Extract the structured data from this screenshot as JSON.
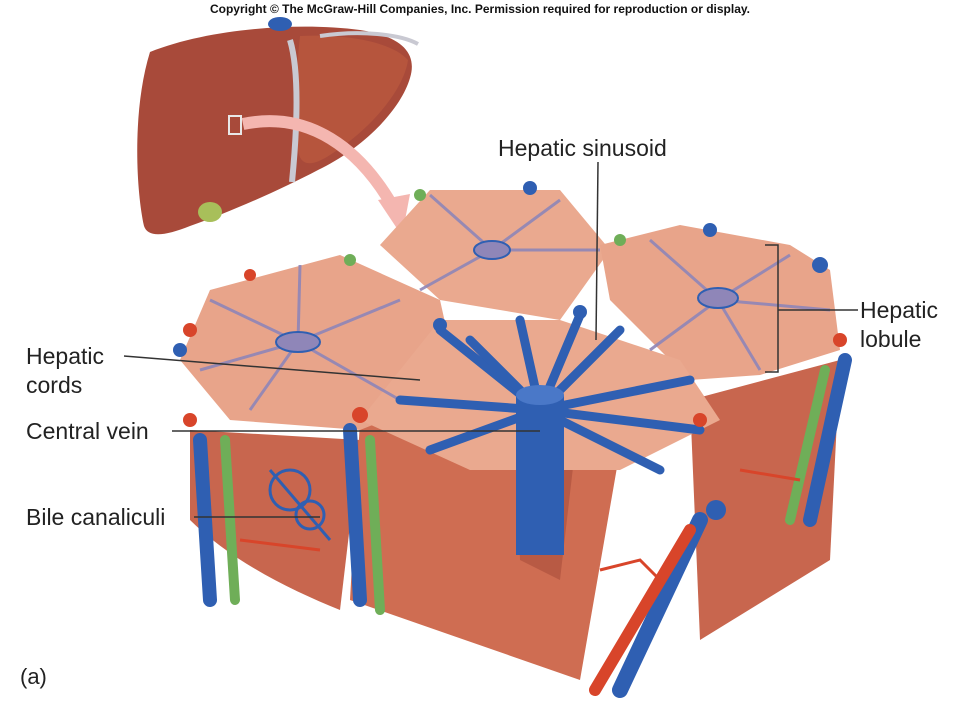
{
  "copyright": "Copyright © The McGraw-Hill Companies, Inc. Permission required for reproduction or display.",
  "labels": {
    "hepatic_sinusoid": "Hepatic sinusoid",
    "hepatic_lobule_line1": "Hepatic",
    "hepatic_lobule_line2": "lobule",
    "hepatic_cords_line1": "Hepatic",
    "hepatic_cords_line2": "cords",
    "central_vein": "Central vein",
    "bile_canaliculi": "Bile canaliculi"
  },
  "panel_label": "(a)",
  "colors": {
    "liver": "#a84a3a",
    "tissue": "#e8a48a",
    "tissue_side": "#c8664e",
    "vein_blue": "#2f5fb2",
    "artery_red": "#d8452a",
    "bile_green": "#6fae58",
    "sinusoid_purple": "#8f86b8",
    "gallbladder": "#a8bf5a",
    "arrow_pink": "#f4b6b0"
  },
  "icons": [
    "liver-illustration",
    "magnification-arrow",
    "lobule-block-illustration"
  ]
}
